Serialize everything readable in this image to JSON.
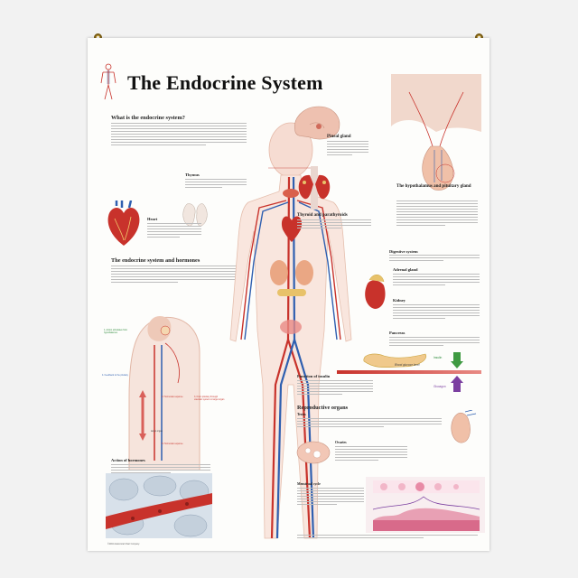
{
  "title": "The Endocrine System",
  "sections": {
    "what_is": "What is the endocrine system?",
    "thymus": "Thymus",
    "heart": "Heart",
    "system_hormones": "The endocrine system and hormones",
    "action": "Action of hormones",
    "pineal": "Pineal gland",
    "thyroid": "Thyroid and parathyroids",
    "hypothalamus": "The hypothalamus and pituitary gland",
    "digestive": "Digestive system",
    "adrenal": "Adrenal gland",
    "kidney": "Kidney",
    "pancreas": "Pancreas",
    "insulin_fn": "Function of insulin",
    "reproductive": "Reproductive organs",
    "testes": "Testes",
    "ovaries": "Ovaries",
    "menstrual": "Menstrual cycle"
  },
  "diagram_labels": {
    "step1": "1. Action stimulates from hypothalamus",
    "step4": "4. Feedback to the pituitary",
    "step2": "2. Hormonal response",
    "step3": "3. From pituitary through vascular system to target organ",
    "target": "target organ",
    "step5": "5. Hormonal response",
    "insulin": "Insulin",
    "blood_glucose": "Blood glucose level",
    "glucagon": "Glucagon"
  },
  "footer": "©2004 Anatomical Chart Company",
  "colors": {
    "artery": "#c8322b",
    "vein": "#2f5fb0",
    "gland": "#e8a07a",
    "accent": "#7b3fa0",
    "insulin": "#3f9a42"
  }
}
